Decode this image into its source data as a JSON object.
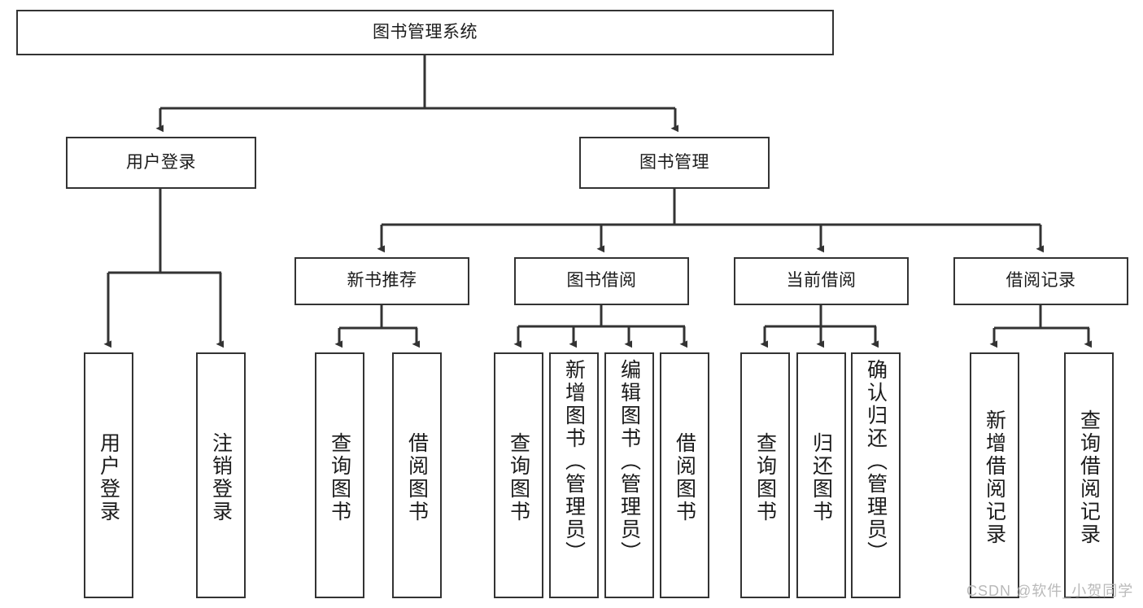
{
  "diagram": {
    "title": "图书管理系统",
    "watermark": "CSDN @软件_小贺同学",
    "type": "tree",
    "line_color": "#333333",
    "box_fill": "#ffffff",
    "text_color": "#1b1b1b",
    "levels": {
      "root": {
        "label": "图书管理系统"
      },
      "level2": [
        {
          "label": "用户登录"
        },
        {
          "label": "图书管理"
        }
      ],
      "level3": [
        {
          "label": "新书推荐"
        },
        {
          "label": "图书借阅"
        },
        {
          "label": "当前借阅"
        },
        {
          "label": "借阅记录"
        }
      ],
      "leaves": [
        {
          "label": "用户登录",
          "parent": "用户登录"
        },
        {
          "label": "注销登录",
          "parent": "用户登录"
        },
        {
          "label": "查询图书",
          "parent": "新书推荐"
        },
        {
          "label": "借阅图书",
          "parent": "新书推荐"
        },
        {
          "label": "查询图书",
          "parent": "图书借阅"
        },
        {
          "label": "新增图书（管理员）",
          "parent": "图书借阅"
        },
        {
          "label": "编辑图书（管理员）",
          "parent": "图书借阅"
        },
        {
          "label": "借阅图书",
          "parent": "图书借阅"
        },
        {
          "label": "查询图书",
          "parent": "当前借阅"
        },
        {
          "label": "归还图书",
          "parent": "当前借阅"
        },
        {
          "label": "确认归还（管理员）",
          "parent": "当前借阅"
        },
        {
          "label": "新增借阅记录",
          "parent": "借阅记录"
        },
        {
          "label": "查询借阅记录",
          "parent": "借阅记录"
        }
      ]
    }
  }
}
